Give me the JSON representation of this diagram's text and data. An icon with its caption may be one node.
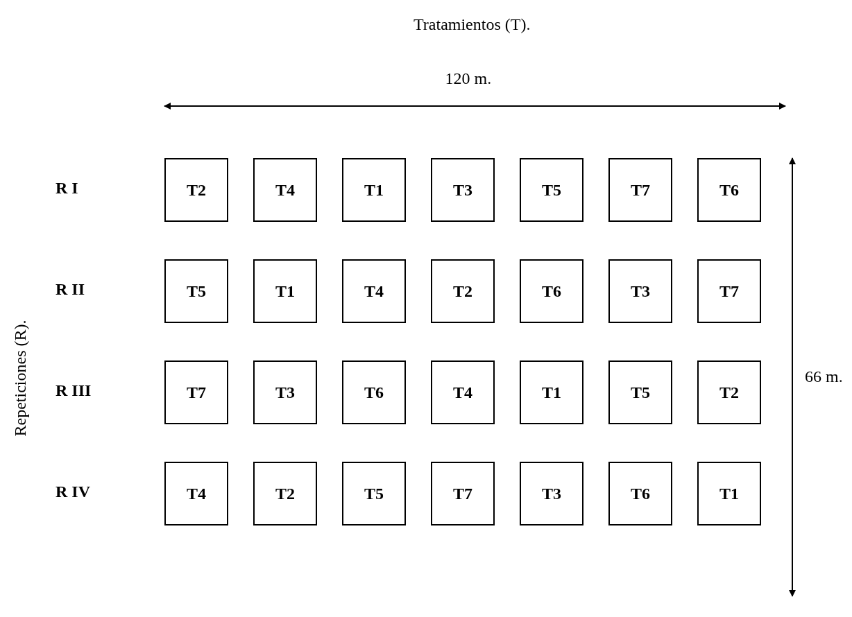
{
  "diagram": {
    "nodes": [
      {
        "text": [
          "T2"
        ]
      },
      {
        "text": [
          "T4"
        ]
      },
      {
        "text": [
          "T1"
        ]
      },
      {
        "text": [
          "T3"
        ]
      },
      {
        "text": [
          "T5"
        ]
      },
      {
        "text": [
          "T7"
        ]
      },
      {
        "text": [
          "T6"
        ]
      },
      {
        "text": [
          "T5"
        ]
      },
      {
        "text": [
          "T1"
        ]
      },
      {
        "text": [
          "T4"
        ]
      },
      {
        "text": [
          "T2"
        ]
      },
      {
        "text": [
          "T6"
        ]
      },
      {
        "text": [
          "T3"
        ]
      },
      {
        "text": [
          "T7"
        ]
      },
      {
        "text": [
          "T7"
        ]
      },
      {
        "text": [
          "T3"
        ]
      },
      {
        "text": [
          "T6"
        ]
      },
      {
        "text": [
          "T4"
        ]
      },
      {
        "text": [
          "T1"
        ]
      },
      {
        "text": [
          "T5"
        ]
      },
      {
        "text": [
          "T2"
        ]
      },
      {
        "text": [
          "T4"
        ]
      },
      {
        "text": [
          "T2"
        ]
      },
      {
        "text": [
          "T5"
        ]
      },
      {
        "text": [
          "T7"
        ]
      },
      {
        "text": [
          "T3"
        ]
      },
      {
        "text": [
          "T6"
        ]
      },
      {
        "text": [
          "T1"
        ]
      }
    ],
    "labels": [
      "Tratamientos (T).",
      "120 m.",
      "Repeticiones (R).",
      "R I",
      "R II",
      "R III",
      "R IV",
      "66 m."
    ]
  }
}
